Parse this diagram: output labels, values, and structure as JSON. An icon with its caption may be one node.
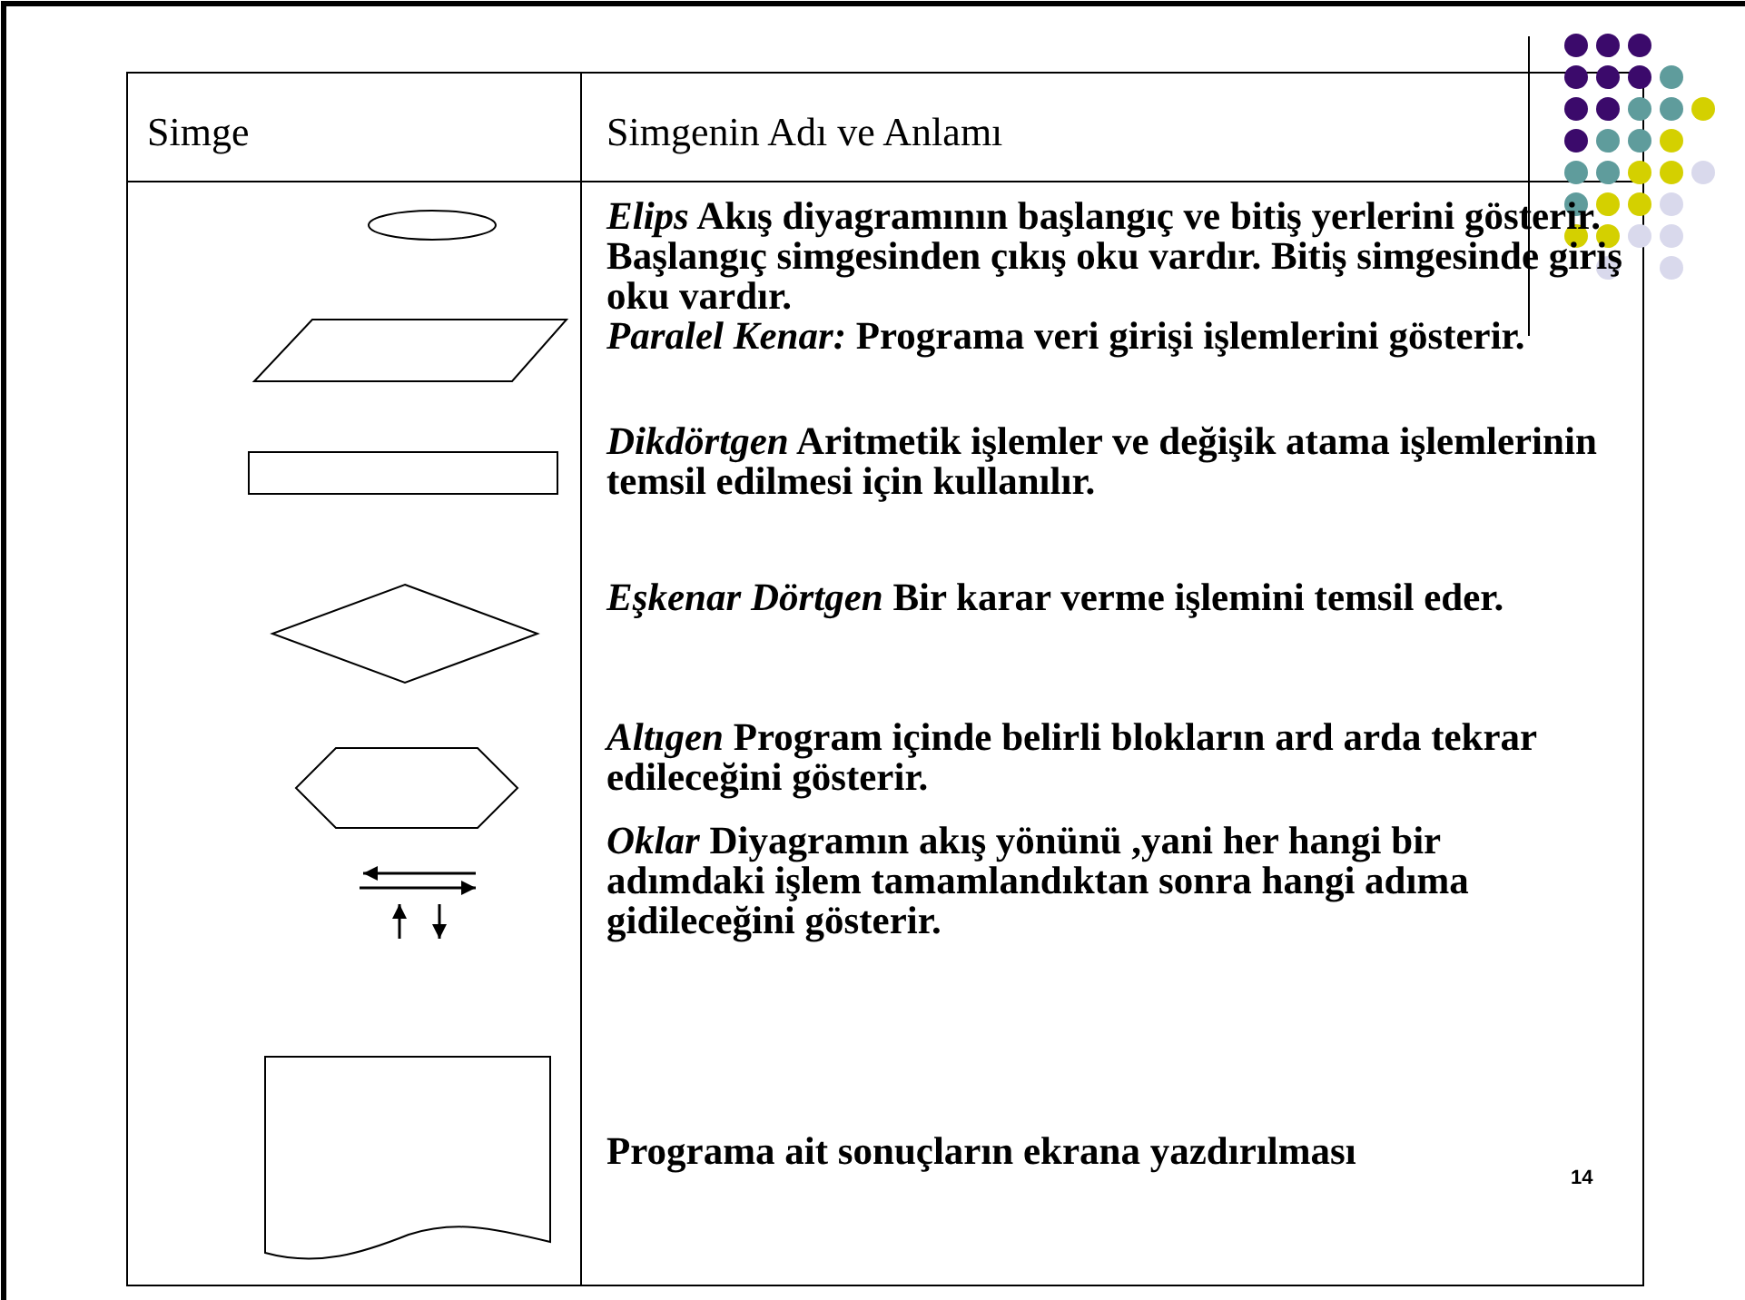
{
  "diagram": {
    "nodes": [
      {
        "text": [],
        "shape": "ellipse"
      },
      {
        "text": [],
        "shape": "parallelogram"
      },
      {
        "text": [],
        "shape": "box"
      },
      {
        "text": [],
        "shape": "diamond"
      },
      {
        "text": [],
        "shape": "hexagon"
      },
      {
        "text": [],
        "shape": "document"
      }
    ],
    "labels": [
      "Simge",
      "Simgenin Adı ve Anlamı",
      "*Elips* Akış diyagramının başlangıç ve bitiş yerlerini gösterir. Başlangıç simgesinden çıkış oku vardır. Bitiş simgesinde giriş oku vardır.",
      "*Paralel Kenar:* Programa veri girişi işlemlerini gösterir.",
      "*Dikdörtgen* Aritmetik işlemler ve değişik atama işlemlerinin temsil edilmesi için kullanılır.",
      "*Eşkenar Dörtgen* Bir karar verme işlemini temsil eder.",
      "*Altıgen* Program içinde belirli blokların ard arda tekrar edileceğini gösterir.",
      "*Oklar* Diyagramın akış yönünü ,yani her hangi bir adımdaki işlem tamamlandıktan sonra hangi adıma gidileceğini gösterir.",
      "Programa ait sonuçların ekrana yazdırılması",
      "14"
    ]
  }
}
